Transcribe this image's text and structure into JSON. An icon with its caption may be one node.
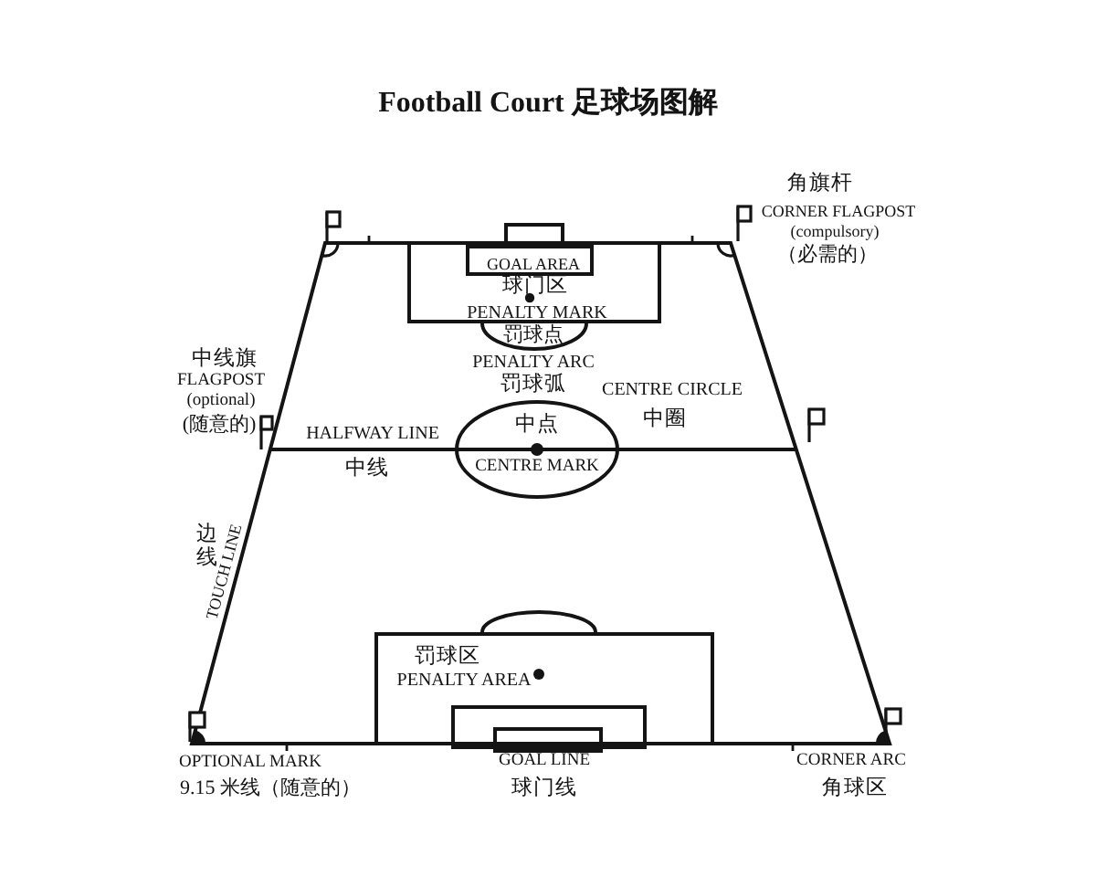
{
  "diagram": {
    "title": "Football Court 足球场图解",
    "nodes": [
      {
        "text": [],
        "shape": "box"
      },
      {
        "text": [
          "球门区",
          "PENALTY MARK"
        ]
      },
      {
        "text": [
          "GOAL AREA"
        ],
        "in": 1
      },
      {
        "text": [
          "罚球点"
        ]
      },
      {
        "text": [
          "中点",
          "CENTRE MARK"
        ]
      },
      {
        "text": [],
        "shape": "arc"
      },
      {
        "text": [
          "罚球区",
          "PENALTY AREA"
        ]
      },
      {
        "text": [],
        "shape": "box",
        "in": 6
      },
      {
        "text": [],
        "shape": "box",
        "in": 7
      }
    ],
    "labels": [
      "角旗杆",
      "CORNER FLAGPOST",
      "(compulsory)",
      "（必需的）",
      "中线旗",
      "FLAGPOST",
      "(optional)",
      "(随意的)",
      "PENALTY ARC",
      "罚球弧",
      "CENTRE CIRCLE",
      "中圈",
      "HALFWAY LINE",
      "中线",
      "边线",
      "TOUCH LINE",
      "OPTIONAL MARK",
      "9.15 米线（随意的）",
      "GOAL LINE",
      "球门线",
      "CORNER ARC",
      "角球区"
    ]
  }
}
